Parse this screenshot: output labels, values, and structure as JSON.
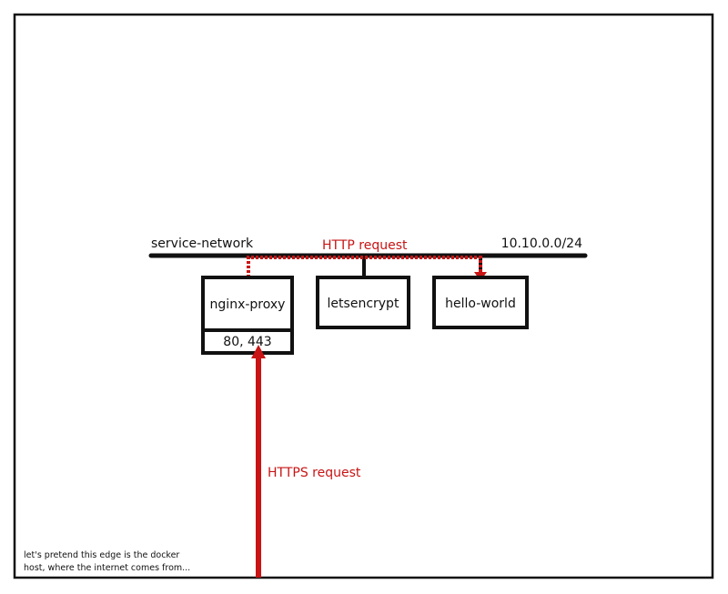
{
  "network": {
    "name": "service-network",
    "subnet": "10.10.0.0/24"
  },
  "containers": {
    "nginx_proxy": {
      "label": "nginx-proxy",
      "ports": "80, 443"
    },
    "letsencrypt": {
      "label": "letsencrypt"
    },
    "hello_world": {
      "label": "hello-world"
    }
  },
  "flows": {
    "http_request": "HTTP request",
    "https_request": "HTTPS request"
  },
  "note": {
    "line1": "let's pretend this edge is the docker",
    "line2": "host, where the internet comes from..."
  },
  "colors": {
    "ink": "#111111",
    "request": "#c81414"
  }
}
